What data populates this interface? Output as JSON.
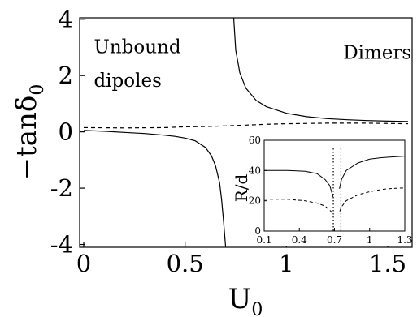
{
  "chart_data": [
    {
      "type": "line",
      "xlabel": "U",
      "xlabel_sub": "0",
      "ylabel": "−tanδ",
      "ylabel_sub": "0",
      "xlim": [
        -0.02,
        1.62
      ],
      "ylim": [
        -4.1,
        4.05
      ],
      "xticks": [
        0,
        0.5,
        1,
        1.5
      ],
      "xtick_labels": [
        "0",
        "0.5",
        "1",
        "1.5"
      ],
      "yticks": [
        -4,
        -2,
        0,
        2,
        4
      ],
      "ytick_labels": [
        "-4",
        "-2",
        "0",
        "2",
        "4"
      ],
      "grid": false,
      "annotations": [
        {
          "text": "Unbound",
          "x": 0.05,
          "y": 2.8
        },
        {
          "text": "dipoles",
          "x": 0.05,
          "y": 1.6
        },
        {
          "text": "Dimers",
          "x": 1.28,
          "y": 2.6
        }
      ],
      "series": [
        {
          "style": "solid",
          "points": [
            [
              0,
              0.05
            ],
            [
              0.1,
              0.02
            ],
            [
              0.2,
              -0.02
            ],
            [
              0.3,
              -0.06
            ],
            [
              0.4,
              -0.12
            ],
            [
              0.45,
              -0.16
            ],
            [
              0.5,
              -0.22
            ],
            [
              0.55,
              -0.32
            ],
            [
              0.6,
              -0.55
            ],
            [
              0.63,
              -0.85
            ],
            [
              0.65,
              -1.2
            ],
            [
              0.67,
              -1.8
            ],
            [
              0.68,
              -2.4
            ],
            [
              0.69,
              -3.2
            ],
            [
              0.7,
              -4.1
            ]
          ]
        },
        {
          "style": "solid",
          "points": [
            [
              0.74,
              4.05
            ],
            [
              0.75,
              2.9
            ],
            [
              0.77,
              2.1
            ],
            [
              0.8,
              1.55
            ],
            [
              0.85,
              1.12
            ],
            [
              0.9,
              0.9
            ],
            [
              1.0,
              0.66
            ],
            [
              1.1,
              0.54
            ],
            [
              1.2,
              0.47
            ],
            [
              1.3,
              0.43
            ],
            [
              1.4,
              0.4
            ],
            [
              1.5,
              0.38
            ],
            [
              1.6,
              0.37
            ]
          ]
        },
        {
          "style": "dashed",
          "points": [
            [
              0,
              0.15
            ],
            [
              0.2,
              0.14
            ],
            [
              0.4,
              0.15
            ],
            [
              0.5,
              0.18
            ],
            [
              0.6,
              0.19
            ],
            [
              0.7,
              0.21
            ],
            [
              0.8,
              0.24
            ],
            [
              0.9,
              0.27
            ],
            [
              1.0,
              0.29
            ],
            [
              1.2,
              0.31
            ],
            [
              1.4,
              0.31
            ],
            [
              1.6,
              0.29
            ]
          ]
        }
      ]
    },
    {
      "type": "line",
      "placement": "inset-bottom-right",
      "xlabel": "",
      "ylabel": "R/d",
      "xlim": [
        0.1,
        1.3
      ],
      "ylim": [
        0,
        60
      ],
      "xticks": [
        0.1,
        0.4,
        0.7,
        1,
        1.3
      ],
      "xtick_labels": [
        "0.1",
        "0.4",
        "0.7",
        "1",
        "1.3"
      ],
      "yticks": [
        0,
        20,
        40,
        60
      ],
      "ytick_labels": [
        "0",
        "20",
        "40",
        "60"
      ],
      "grid": false,
      "vlines": [
        0.69,
        0.755
      ],
      "series": [
        {
          "style": "solid",
          "points": [
            [
              0.1,
              40
            ],
            [
              0.3,
              40
            ],
            [
              0.45,
              39.5
            ],
            [
              0.55,
              38
            ],
            [
              0.62,
              34
            ],
            [
              0.66,
              30
            ],
            [
              0.69,
              22
            ]
          ]
        },
        {
          "style": "solid",
          "points": [
            [
              0.742,
              28
            ],
            [
              0.76,
              34
            ],
            [
              0.8,
              40
            ],
            [
              0.9,
              45
            ],
            [
              1.0,
              47.5
            ],
            [
              1.1,
              48.5
            ],
            [
              1.2,
              49
            ],
            [
              1.3,
              49.5
            ]
          ]
        },
        {
          "style": "dashed",
          "points": [
            [
              0.1,
              21
            ],
            [
              0.3,
              21
            ],
            [
              0.45,
              20
            ],
            [
              0.55,
              18.5
            ],
            [
              0.62,
              16.5
            ],
            [
              0.67,
              13
            ],
            [
              0.69,
              11
            ]
          ]
        },
        {
          "style": "dashed",
          "points": [
            [
              0.745,
              13
            ],
            [
              0.76,
              16
            ],
            [
              0.8,
              20
            ],
            [
              0.9,
              24
            ],
            [
              1.0,
              26
            ],
            [
              1.1,
              27.5
            ],
            [
              1.2,
              28.2
            ],
            [
              1.3,
              28.5
            ]
          ]
        }
      ]
    }
  ]
}
